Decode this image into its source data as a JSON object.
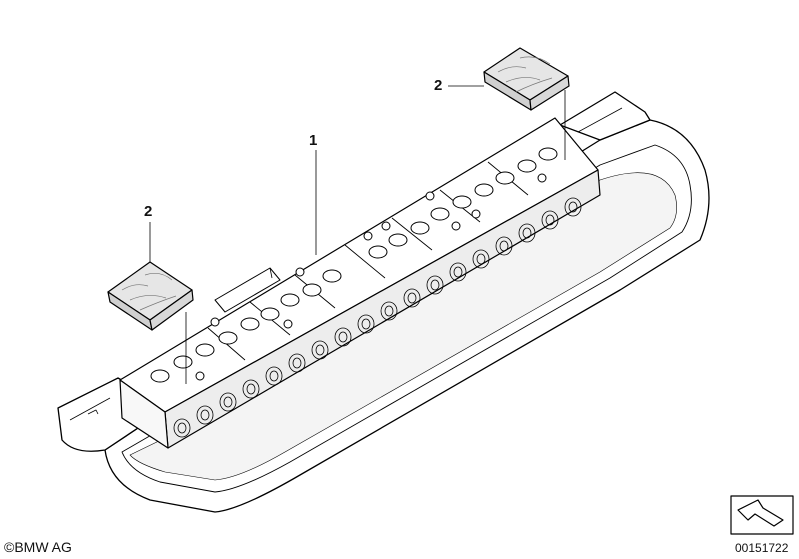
{
  "callouts": {
    "part_1": "1",
    "part_2_left": "2",
    "part_2_right": "2"
  },
  "footer": {
    "copyright_symbol": "©",
    "copyright_text": "BMW AG",
    "document_number": "00151722"
  },
  "colors": {
    "line": "#000000",
    "housing_fill": "#ffffff",
    "pad_texture": "#d0d0d0",
    "light_grey": "#e6e6e6"
  },
  "icons": [
    "navigation-arrow-icon",
    "copyright-icon"
  ]
}
